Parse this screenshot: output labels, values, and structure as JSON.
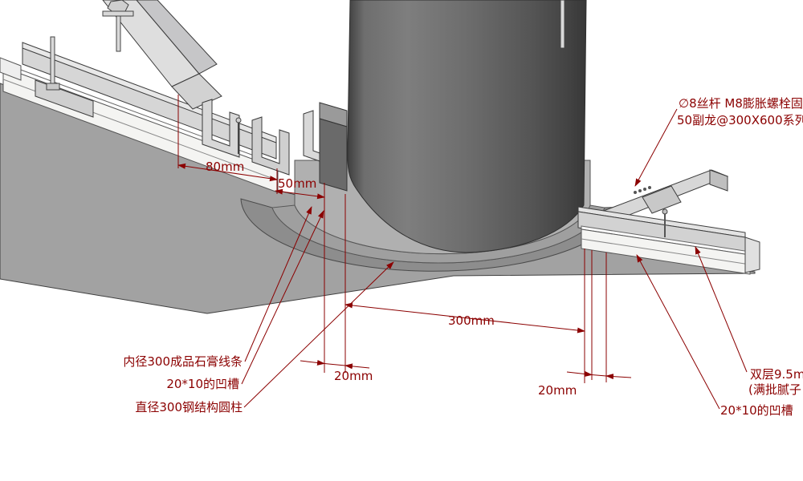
{
  "colors": {
    "annotation": "#8B0000",
    "ceiling_plane": "#a2a2a2",
    "column": "#5a5a5a",
    "framing": "#d6d6d6"
  },
  "dimensions": {
    "dim_80": "80mm",
    "dim_50": "50mm",
    "dim_300": "300mm",
    "dim_20_left": "20mm",
    "dim_20_right": "20mm"
  },
  "callouts": {
    "gypsum_ring": "内径300成品石膏线条",
    "groove_left": "20*10的凹槽",
    "column": "直径300钢结构圆柱",
    "anchor_line1": "∅8丝杆 M8膨胀螺栓固",
    "anchor_line2": "50副龙@300X600系列",
    "board_line1": "双层9.5m",
    "board_line2": "(满批腻子",
    "groove_right": "20*10的凹槽"
  }
}
